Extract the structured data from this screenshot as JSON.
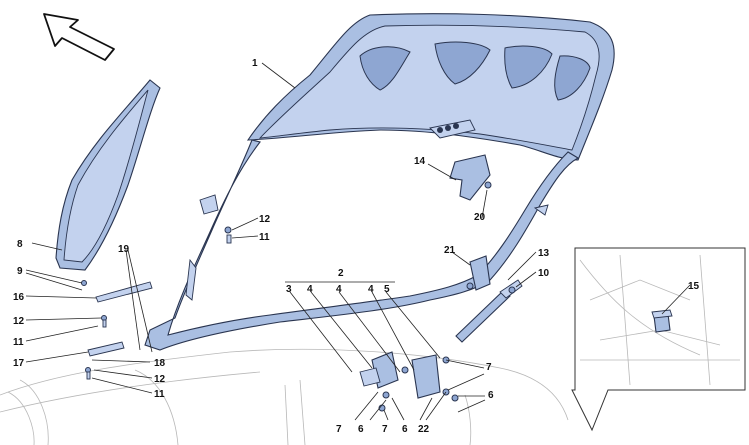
{
  "diagram": {
    "labels": {
      "l1": "1",
      "l2": "2",
      "l3": "3",
      "l4a": "4",
      "l4b": "4",
      "l4c": "4",
      "l5": "5",
      "l6a": "6",
      "l6b": "6",
      "l6c": "6",
      "l7a": "7",
      "l7b": "7",
      "l7c": "7",
      "l8": "8",
      "l9": "9",
      "l10": "10",
      "l11a": "11",
      "l11b": "11",
      "l11c": "11",
      "l12a": "12",
      "l12b": "12",
      "l12c": "12",
      "l13": "13",
      "l14": "14",
      "l15": "15",
      "l16": "16",
      "l17": "17",
      "l18": "18",
      "l19": "19",
      "l20": "20",
      "l21": "21",
      "l22": "22"
    },
    "colors": {
      "part_fill": "#aabfe2",
      "part_stroke": "#2a3550",
      "ghost_lines": "#b8b8b8"
    },
    "icons": [
      "direction-arrow-icon"
    ]
  }
}
